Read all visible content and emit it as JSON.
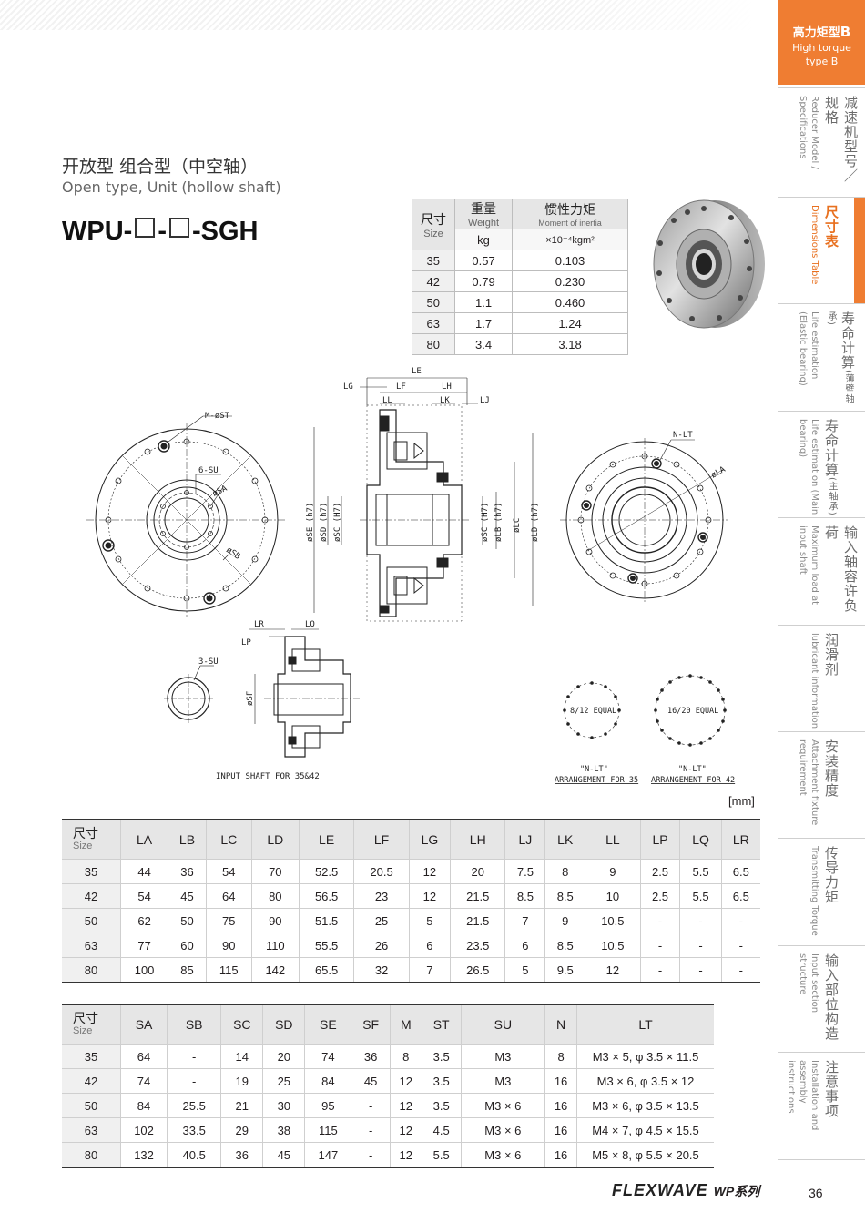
{
  "sidebar": {
    "header": {
      "cn_prefix": "高力矩型",
      "cn_letter": "B",
      "en_line1": "High torque",
      "en_line2": "type B"
    },
    "items": [
      {
        "zh": "减速机型号／规格",
        "en": "Reducer Model / Specifications"
      },
      {
        "zh": "尺寸表",
        "en": "Dimensions Table"
      },
      {
        "zh": "寿命计算",
        "zh_small": "(薄壁轴承)",
        "en": "Life estimation (Elastic bearing)"
      },
      {
        "zh": "寿命计算",
        "zh_small": "(主轴承)",
        "en": "Life estimation (Main bearing)"
      },
      {
        "zh": "输入轴容许负荷",
        "en": "Maximum load at input shaft"
      },
      {
        "zh": "润滑剂",
        "en": "lubricant information"
      },
      {
        "zh": "安装精度",
        "en": "Attachment fixture requirement"
      },
      {
        "zh": "传导力矩",
        "en": "Transmitting Torque"
      },
      {
        "zh": "输入部位构造",
        "en": "Input section structure"
      },
      {
        "zh": "注意事项",
        "en": "Installation and assembly instructions"
      }
    ]
  },
  "title": {
    "cn": "开放型 组合型（中空轴）",
    "en": "Open type, Unit (hollow shaft)",
    "model_a": "WPU-",
    "model_b": "-",
    "model_c": "-SGH"
  },
  "weight_table": {
    "h_size_cn": "尺寸",
    "h_size_en": "Size",
    "h_weight_cn": "重量",
    "h_weight_en": "Weight",
    "h_inertia_cn": "惯性力矩",
    "h_inertia_en": "Moment of inertia",
    "unit_weight": "kg",
    "unit_inertia": "×10⁻⁴kgm²",
    "rows": [
      [
        "35",
        "0.57",
        "0.103"
      ],
      [
        "42",
        "0.79",
        "0.230"
      ],
      [
        "50",
        "1.1",
        "0.460"
      ],
      [
        "63",
        "1.7",
        "1.24"
      ],
      [
        "80",
        "3.4",
        "3.18"
      ]
    ]
  },
  "drawing": {
    "labels": {
      "LE": "LE",
      "LG": "LG",
      "LF": "LF",
      "LH": "LH",
      "LL": "LL",
      "LK": "LK",
      "LJ": "LJ",
      "M_ST": "M-øST",
      "SU6": "6-SU",
      "SA": "øSA",
      "SB": "øSB",
      "SE": "øSE (h7)",
      "SD": "øSD (h7)",
      "SC": "øSC (H7)",
      "SC2": "øSC (H7)",
      "LB": "øLB (h7)",
      "LC": "øLC",
      "LD": "øLD (h7)",
      "NLT": "N-LT",
      "LA": "øLA",
      "LR": "LR",
      "LQ": "LQ",
      "LP": "LP",
      "SU3": "3-SU",
      "SF": "øSF",
      "input_shaft": "INPUT SHAFT FOR 35&42",
      "equal8": "8/12 EQUAL",
      "equal16": "16/20 EQUAL",
      "nlt_q": "\"N-LT\"",
      "arr35": "ARRANGEMENT FOR 35",
      "arr42": "ARRANGEMENT FOR 42"
    }
  },
  "unit_label": "[mm]",
  "dim_table1": {
    "size_cn": "尺寸",
    "size_en": "Size",
    "headers": [
      "LA",
      "LB",
      "LC",
      "LD",
      "LE",
      "LF",
      "LG",
      "LH",
      "LJ",
      "LK",
      "LL",
      "LP",
      "LQ",
      "LR"
    ],
    "rows": [
      [
        "35",
        "44",
        "36",
        "54",
        "70",
        "52.5",
        "20.5",
        "12",
        "20",
        "7.5",
        "8",
        "9",
        "2.5",
        "5.5",
        "6.5"
      ],
      [
        "42",
        "54",
        "45",
        "64",
        "80",
        "56.5",
        "23",
        "12",
        "21.5",
        "8.5",
        "8.5",
        "10",
        "2.5",
        "5.5",
        "6.5"
      ],
      [
        "50",
        "62",
        "50",
        "75",
        "90",
        "51.5",
        "25",
        "5",
        "21.5",
        "7",
        "9",
        "10.5",
        "-",
        "-",
        "-"
      ],
      [
        "63",
        "77",
        "60",
        "90",
        "110",
        "55.5",
        "26",
        "6",
        "23.5",
        "6",
        "8.5",
        "10.5",
        "-",
        "-",
        "-"
      ],
      [
        "80",
        "100",
        "85",
        "115",
        "142",
        "65.5",
        "32",
        "7",
        "26.5",
        "5",
        "9.5",
        "12",
        "-",
        "-",
        "-"
      ]
    ]
  },
  "dim_table2": {
    "size_cn": "尺寸",
    "size_en": "Size",
    "headers": [
      "SA",
      "SB",
      "SC",
      "SD",
      "SE",
      "SF",
      "M",
      "ST",
      "SU",
      "N",
      "LT"
    ],
    "rows": [
      [
        "35",
        "64",
        "-",
        "14",
        "20",
        "74",
        "36",
        "8",
        "3.5",
        "M3",
        "8",
        "M3 × 5, φ 3.5 × 11.5"
      ],
      [
        "42",
        "74",
        "-",
        "19",
        "25",
        "84",
        "45",
        "12",
        "3.5",
        "M3",
        "16",
        "M3 × 6, φ 3.5 × 12"
      ],
      [
        "50",
        "84",
        "25.5",
        "21",
        "30",
        "95",
        "-",
        "12",
        "3.5",
        "M3 × 6",
        "16",
        "M3 × 6, φ 3.5 × 13.5"
      ],
      [
        "63",
        "102",
        "33.5",
        "29",
        "38",
        "115",
        "-",
        "12",
        "4.5",
        "M3 × 6",
        "16",
        "M4 × 7, φ 4.5 × 15.5"
      ],
      [
        "80",
        "132",
        "40.5",
        "36",
        "45",
        "147",
        "-",
        "12",
        "5.5",
        "M3 × 6",
        "16",
        "M5 × 8, φ 5.5 × 20.5"
      ]
    ]
  },
  "footer": {
    "brand": "FLEXWAVE",
    "series": "WP系列",
    "page": "36"
  }
}
